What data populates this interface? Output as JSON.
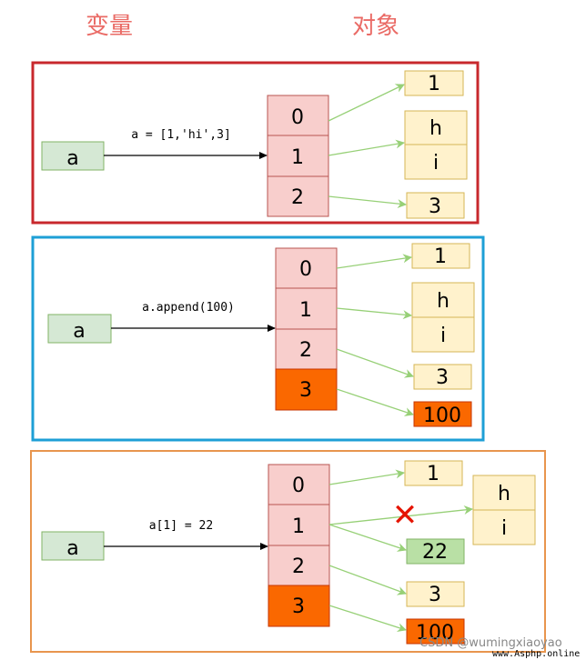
{
  "headers": {
    "variable": "变量",
    "object": "对象"
  },
  "panels": [
    {
      "border_color": "#c8282d",
      "variable_name": "a",
      "code": "a = [1,'hi',3]",
      "indices": [
        "0",
        "1",
        "2"
      ],
      "objects": {
        "obj1": "1",
        "h": "h",
        "i": "i",
        "obj3": "3"
      }
    },
    {
      "border_color": "#1e9fd6",
      "variable_name": "a",
      "code": "a.append(100)",
      "indices": [
        "0",
        "1",
        "2",
        "3"
      ],
      "objects": {
        "obj1": "1",
        "h": "h",
        "i": "i",
        "obj3": "3",
        "obj100": "100"
      }
    },
    {
      "border_color": "#e8954e",
      "variable_name": "a",
      "code": "a[1] = 22",
      "indices": [
        "0",
        "1",
        "2",
        "3"
      ],
      "objects": {
        "obj1": "1",
        "h": "h",
        "i": "i",
        "obj22": "22",
        "obj3": "3",
        "obj100": "100"
      },
      "removed_mark": "✕"
    }
  ],
  "watermark": "CSDN @wumingxiaoyao",
  "watermark2": "www.Asphp.online",
  "colors": {
    "var_fill": "#d5e8d4",
    "var_stroke": "#82b366",
    "index_fill": "#f8cecc",
    "index_stroke": "#b85450",
    "new_fill": "#fa6800",
    "new_stroke": "#c73500",
    "obj_fill": "#fff2cc",
    "obj_stroke": "#d6b656",
    "arrow_green": "#97d077",
    "cross_red": "#e51400"
  }
}
